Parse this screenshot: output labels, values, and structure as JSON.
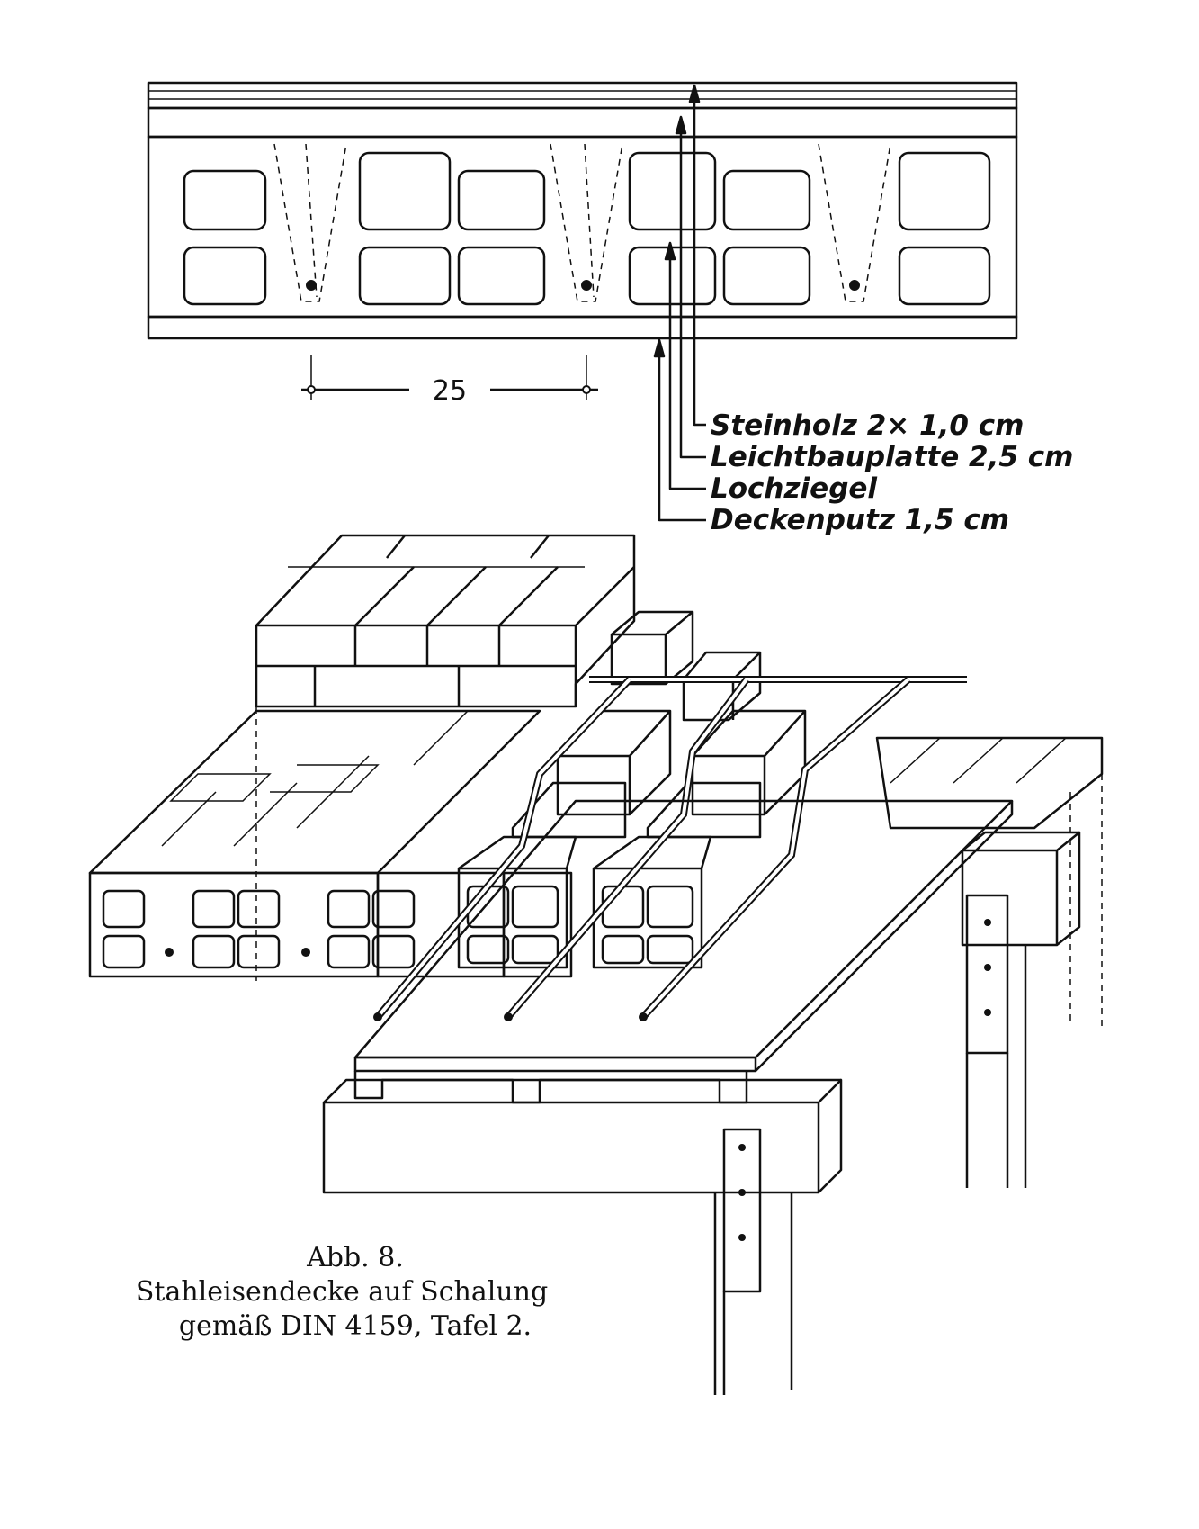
{
  "dimension": {
    "value": "25"
  },
  "legend": [
    {
      "label": "Steinholz 2× 1,0 cm"
    },
    {
      "label": "Leichtbauplatte 2,5 cm"
    },
    {
      "label": "Lochziegel"
    },
    {
      "label": "Deckenputz  1,5 cm"
    }
  ],
  "caption": {
    "line1": "Abb. 8.",
    "line2": "Stahleisendecke auf Schalung",
    "line3": "gemäß DIN 4159, Tafel 2."
  }
}
